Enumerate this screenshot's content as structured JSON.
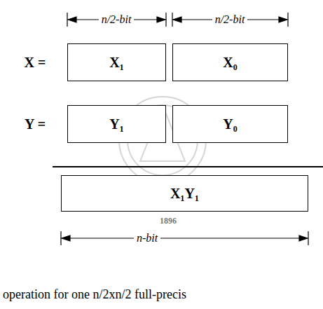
{
  "diagram": {
    "caption": "operation for one n/2xn/2 full-precis",
    "nodes": [
      {
        "text": [
          "X₁"
        ]
      },
      {
        "text": [
          "X₀"
        ]
      },
      {
        "text": [
          "Y₁"
        ]
      },
      {
        "text": [
          "Y₀"
        ]
      },
      {
        "text": [
          "X₁Y₁"
        ]
      }
    ],
    "labels": [
      "n/2-bit",
      "n/2-bit",
      "X =",
      "Y =",
      "1896",
      "n-bit"
    ]
  }
}
